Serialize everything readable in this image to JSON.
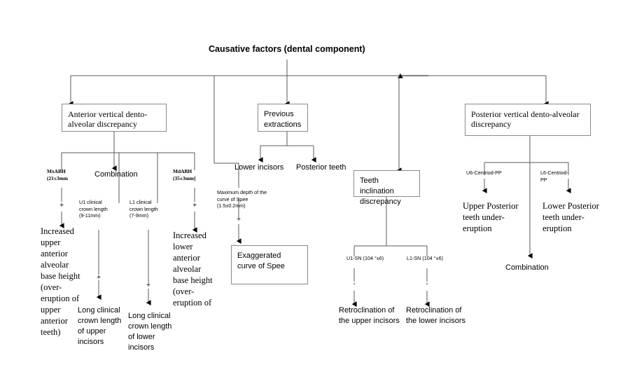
{
  "diagram": {
    "title": "Causative factors (dental component)",
    "type": "flowchart",
    "branches": {
      "anterior": {
        "box": "Anterior vertical dento-alveolar discrepancy",
        "measures": {
          "mx_abh": "MxABH\n(21±3mm",
          "md_abh": "MdABH\n(35±3mm]",
          "u1_crown": "U1 clinical crown length (9-11mm)",
          "l1_crown": "L1 clinical crown length (7-9mm)"
        },
        "combination": "Combination",
        "outcomes": {
          "upper_base": "Increased upper anterior alveolar base height (over-eruption of upper anterior teeth)",
          "lower_base": "Increased lower anterior alveolar base height (over-eruption of",
          "upper_crown": "Long clinical crown length of upper incisors",
          "lower_crown": "Long clinical crown length of lower incisors"
        },
        "signs": {
          "mx_plus": "+",
          "md_plus": "+",
          "u1_plus": "+",
          "l1_plus": "+"
        }
      },
      "extractions": {
        "box": "Previous extractions",
        "children": [
          "Lower incisors",
          "Posterior teeth"
        ]
      },
      "spee": {
        "measure": "Maximum depth of the curve of Spee (1.5±0.2mm)",
        "sign": "+",
        "box": "Exaggerated curve of Spee"
      },
      "inclination": {
        "box": "Teeth inclination discrepancy",
        "measures": {
          "u1_sn": "U1-SN (104 °±6)",
          "l1_sn": "L1-SN (104 °±6)"
        },
        "signs": {
          "u1_minus": "-",
          "l1_minus": "-"
        },
        "outcomes": {
          "upper": "Retroclination of the upper incisors",
          "lower": "Retroclination of the lower incisors"
        }
      },
      "posterior": {
        "box": "Posterior vertical dento-alveolar discrepancy",
        "measures": {
          "u6": "U6-Centriod-PP",
          "l6": "L6-Centriod-PP"
        },
        "outcomes": {
          "upper": "Upper Posterior teeth under-eruption",
          "lower": "Lower Posterior teeth under-eruption",
          "combination": "Combination"
        }
      }
    }
  },
  "colors": {
    "line": "#5a5a5a",
    "arrow": "#000000",
    "box_border": "#8a8a8a",
    "text": "#000000",
    "background": "#ffffff"
  }
}
